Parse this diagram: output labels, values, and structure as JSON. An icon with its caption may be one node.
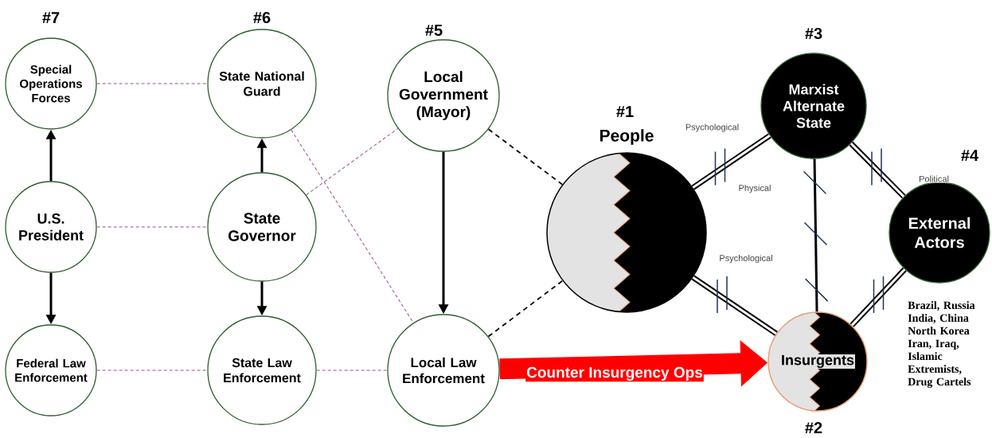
{
  "diagram": {
    "nodes": [
      {
        "text": [
          "Special Operations Forces"
        ],
        "beside": [
          "#7"
        ]
      },
      {
        "text": [
          "State National Guard"
        ],
        "beside": [
          "#6"
        ]
      },
      {
        "text": [
          "Local Government (Mayor)"
        ],
        "beside": [
          "#5"
        ]
      },
      {
        "text": [
          "People"
        ],
        "beside": [
          "#1"
        ]
      },
      {
        "text": [
          "Marxist Alternate State"
        ],
        "beside": [
          "#3"
        ]
      },
      {
        "text": [
          "External Actors"
        ],
        "beside": [
          "#4"
        ]
      },
      {
        "text": [
          "U.S. President"
        ]
      },
      {
        "text": [
          "State Governor"
        ]
      },
      {
        "text": [
          "Insurgents"
        ],
        "beside": [
          "#2"
        ]
      },
      {
        "text": [
          "Federal Law Enforcement"
        ]
      },
      {
        "text": [
          "State Law Enforcement"
        ]
      },
      {
        "text": [
          "Local Law Enforcement"
        ]
      }
    ],
    "edges": [
      {
        "from": 6,
        "to": 0,
        "arrow": "to"
      },
      {
        "from": 6,
        "to": 9,
        "arrow": "to"
      },
      {
        "from": 7,
        "to": 1,
        "arrow": "to"
      },
      {
        "from": 7,
        "to": 10,
        "arrow": "to"
      },
      {
        "from": 2,
        "to": 11,
        "arrow": "to"
      },
      {
        "from": 0,
        "to": 1,
        "arrow": "none",
        "style": "dashed",
        "color": "#9b4f96"
      },
      {
        "from": 6,
        "to": 7,
        "arrow": "none",
        "style": "dashed",
        "color": "#9b4f96"
      },
      {
        "from": 9,
        "to": 10,
        "arrow": "none",
        "style": "dashed",
        "color": "#9b4f96"
      },
      {
        "from": 10,
        "to": 11,
        "arrow": "none",
        "style": "dashed",
        "color": "#9b4f96"
      },
      {
        "from": 7,
        "to": 2,
        "arrow": "none",
        "style": "dashed",
        "color": "#9b4f96"
      },
      {
        "from": 1,
        "to": 11,
        "arrow": "none",
        "style": "dashed",
        "color": "#9b4f96"
      },
      {
        "from": 2,
        "to": 3,
        "arrow": "none",
        "style": "dashed"
      },
      {
        "from": 11,
        "to": 3,
        "arrow": "none",
        "style": "dashed"
      },
      {
        "from": 3,
        "to": 4,
        "arrow": "none",
        "style": "thick",
        "label": "Psychological"
      },
      {
        "from": 4,
        "to": 5,
        "arrow": "none",
        "style": "thick",
        "label": "Political"
      },
      {
        "from": 3,
        "to": 8,
        "arrow": "none",
        "style": "thick",
        "label": "Psychological"
      },
      {
        "from": 8,
        "to": 5,
        "arrow": "none",
        "style": "thick"
      },
      {
        "from": 4,
        "to": 8,
        "arrow": "none"
      },
      {
        "from": 11,
        "to": 8,
        "arrow": "to",
        "style": "thick",
        "color": "#ff0000",
        "label": "Counter Insurgency Ops"
      }
    ],
    "labels": [
      "Physical",
      "Brazil, Russia India, China North Korea Iran, Iraq, Islamic Extremists, Drug Cartels"
    ]
  }
}
